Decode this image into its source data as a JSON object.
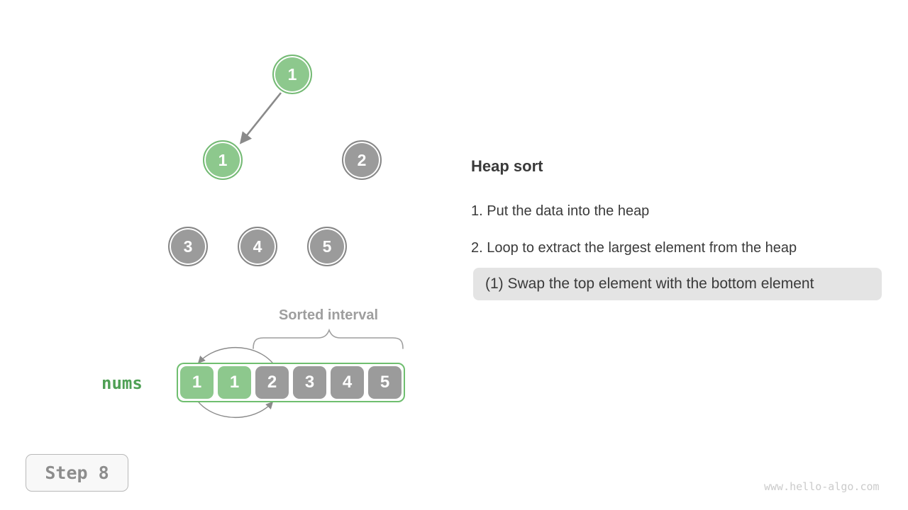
{
  "diagram": {
    "tree": {
      "nodes": [
        {
          "value": "1",
          "state": "highlight"
        },
        {
          "value": "1",
          "state": "highlight"
        },
        {
          "value": "2",
          "state": "normal"
        },
        {
          "value": "3",
          "state": "normal"
        },
        {
          "value": "4",
          "state": "normal"
        },
        {
          "value": "5",
          "state": "normal"
        }
      ]
    },
    "array": {
      "label": "nums",
      "interval_label": "Sorted interval",
      "cells": [
        {
          "value": "1",
          "state": "highlight"
        },
        {
          "value": "1",
          "state": "highlight"
        },
        {
          "value": "2",
          "state": "normal"
        },
        {
          "value": "3",
          "state": "normal"
        },
        {
          "value": "4",
          "state": "normal"
        },
        {
          "value": "5",
          "state": "normal"
        }
      ]
    }
  },
  "panel": {
    "title": "Heap sort",
    "items": [
      "1. Put the data into the heap",
      "2. Loop to extract the largest element from the heap"
    ],
    "highlighted_substep": "(1) Swap the top element with the bottom element"
  },
  "step_badge": "Step 8",
  "watermark": "www.hello-algo.com",
  "colors": {
    "green-fill": "#8dc88d",
    "green-ring": "#74ba74",
    "gray-fill": "#9b9b9b",
    "gray-ring": "#878787",
    "array-border": "#6fbe6f",
    "nums-green": "#4fa055",
    "muted-gray": "#9e9e9e",
    "text-dark": "#3a3a3a",
    "highlight-bg": "#e4e4e4",
    "line-gray": "#8a8a8a",
    "step-border": "#b9b9b9",
    "step-bg": "#f8f8f8",
    "step-text": "#8d8d8d",
    "watermark-gray": "#cbcbcb"
  }
}
